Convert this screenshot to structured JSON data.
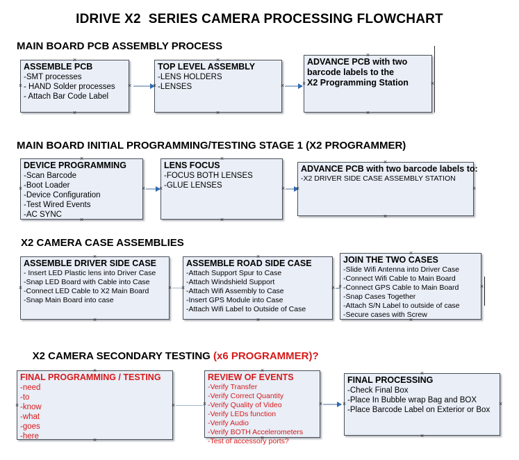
{
  "document": {
    "title": "IDRIVE X2  SERIES CAMERA PROCESSING FLOWCHART"
  },
  "colors": {
    "box_fill": "#e9eef7",
    "box_border": "#4a4f58",
    "red_text": "#d61a1a",
    "connector": "#9fb4cc",
    "arrowhead": "#2f6ab5"
  },
  "sections": [
    {
      "id": "main-board-pcb-assembly-process",
      "heading": "MAIN BOARD PCB ASSEMBLY PROCESS",
      "heading_suffix": "",
      "boxes": [
        {
          "id": "assemble-pcb",
          "title": "ASSEMBLE PCB",
          "lines": [
            "-SMT processes",
            "- HAND Solder processes",
            "- Attach Bar Code Label"
          ]
        },
        {
          "id": "top-level-assembly",
          "title": "TOP LEVEL ASSEMBLY",
          "lines": [
            "-LENS HOLDERS",
            "-LENSES"
          ]
        },
        {
          "id": "advance-pcb-to-x2-programming-station",
          "title": "ADVANCE PCB with two",
          "lines": [
            "barcode labels to the",
            " X2 Programming Station"
          ]
        }
      ]
    },
    {
      "id": "main-board-initial-programming-testing-stage-1",
      "heading": "MAIN BOARD INITIAL PROGRAMMING/TESTING STAGE 1 (X2 PROGRAMMER)",
      "heading_suffix": "",
      "boxes": [
        {
          "id": "device-programming",
          "title": "DEVICE PROGRAMMING",
          "lines": [
            "-Scan Barcode",
            "-Boot Loader",
            "-Device Configuration",
            "-Test Wired Events",
            "-AC SYNC"
          ]
        },
        {
          "id": "lens-focus",
          "title": "LENS FOCUS",
          "lines": [
            "-FOCUS BOTH LENSES",
            "-GLUE LENSES"
          ]
        },
        {
          "id": "advance-pcb-to-driver-side-case-assembly",
          "title": "ADVANCE PCB with two barcode labels to:",
          "lines": [
            "-X2 DRIVER  SIDE  CASE  ASSEMBLY STATION"
          ]
        }
      ]
    },
    {
      "id": "x2-camera-case-assemblies",
      "heading": "X2 CAMERA CASE ASSEMBLIES",
      "heading_suffix": "",
      "boxes": [
        {
          "id": "assemble-driver-side-case",
          "title": "ASSEMBLE DRIVER SIDE CASE",
          "lines": [
            "- Insert LED Plastic lens into Driver Case",
            "-Snap LED Board with Cable into Case",
            "-Connect LED Cable to X2 Main Board",
            "-Snap Main Board into case"
          ]
        },
        {
          "id": "assemble-road-side-case",
          "title": "ASSEMBLE ROAD SIDE CASE",
          "lines": [
            "-Attach Support Spur to Case",
            "-Attach Windshield Support",
            "-Attach Wifi Assembly to Case",
            "-Insert GPS Module into Case",
            "-Attach Wifi Label to Outside of Case"
          ]
        },
        {
          "id": "join-the-two-cases",
          "title": "JOIN THE TWO CASES",
          "lines": [
            "-Slide Wifi Antenna into Driver Case",
            "-Connect Wifi Cable to Main Board",
            "-Connect GPS Cable to Main Board",
            "-Snap Cases Together",
            "-Attach S/N Label to outside of case",
            "-Secure cases with Screw"
          ]
        }
      ]
    },
    {
      "id": "x2-camera-secondary-testing",
      "heading": "X2 CAMERA SECONDARY TESTING ",
      "heading_suffix": "(x6 PROGRAMMER)?",
      "boxes": [
        {
          "id": "final-programming-testing",
          "title": "FINAL PROGRAMMING / TESTING",
          "lines": [
            "-need",
            "-to",
            "-know",
            "-what",
            "-goes",
            "-here"
          ]
        },
        {
          "id": "review-of-events",
          "title": "REVIEW OF EVENTS",
          "lines": [
            "-Verify Transfer",
            "-Verify Correct Quantity",
            "-Verify Quality of Video",
            "-Verify LEDs function",
            "-Verify Audio",
            "-Verify BOTH Accelerometers",
            "-Test of accessory ports?"
          ]
        },
        {
          "id": "final-processing",
          "title": "FINAL PROCESSING",
          "lines": [
            " -Check Final Box",
            "-Place In Bubble wrap Bag and BOX",
            "-Place Barcode Label on Exterior or Box"
          ]
        }
      ]
    }
  ]
}
